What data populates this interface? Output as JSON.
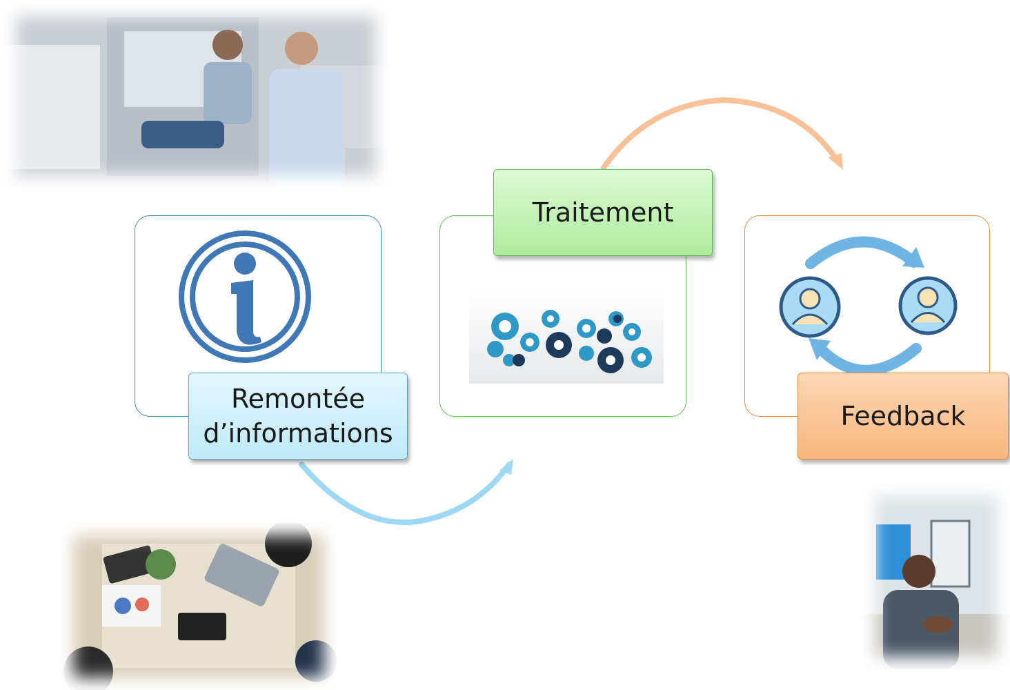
{
  "labels": {
    "remontee_line1": "Remontée",
    "remontee_line2": "d’informations",
    "traitement": "Traitement",
    "feedback": "Feedback"
  },
  "colors": {
    "blue_border": "#3b8fb6",
    "green_border": "#5cc24d",
    "orange_border": "#e88a3a",
    "remontee_fill": "#c8eefb",
    "traitement_fill": "#b6f0a8",
    "feedback_fill": "#fbc08e",
    "info_icon": "#3f77b7",
    "arrow_blue": "#9dd9f2",
    "arrow_orange": "#f8c197",
    "cycle_arrow": "#6fb5e4"
  },
  "icons": {
    "info": "info-icon",
    "gears": "gears-icon",
    "user_left": "user-icon",
    "user_right": "user-icon"
  }
}
